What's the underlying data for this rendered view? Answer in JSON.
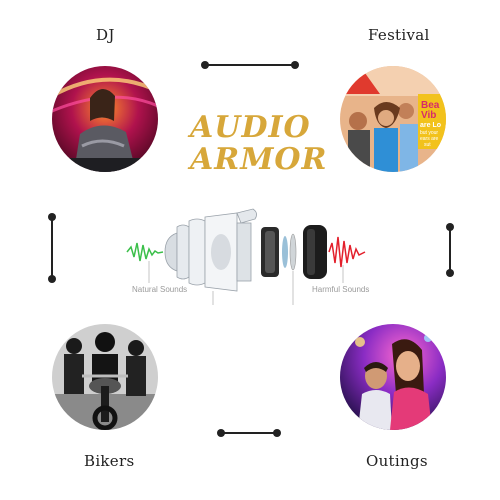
{
  "labels": {
    "top_left": "DJ",
    "top_right": "Festival",
    "bottom_left": "Bikers",
    "bottom_right": "Outings"
  },
  "brand": {
    "line1": "AUDIO",
    "line2": "ARMOR",
    "color": "#d7a73a"
  },
  "diagram": {
    "left_caption": "Natural Sounds",
    "right_caption": "Harmful Sounds",
    "green_wave_color": "#3bbf4a",
    "red_wave_color": "#e3202c"
  },
  "festival_sign": {
    "line1": "Bea",
    "line2": "Vib",
    "line3": "are Lo",
    "line4": "but your",
    "line5": "ears are",
    "line6": "sut"
  }
}
